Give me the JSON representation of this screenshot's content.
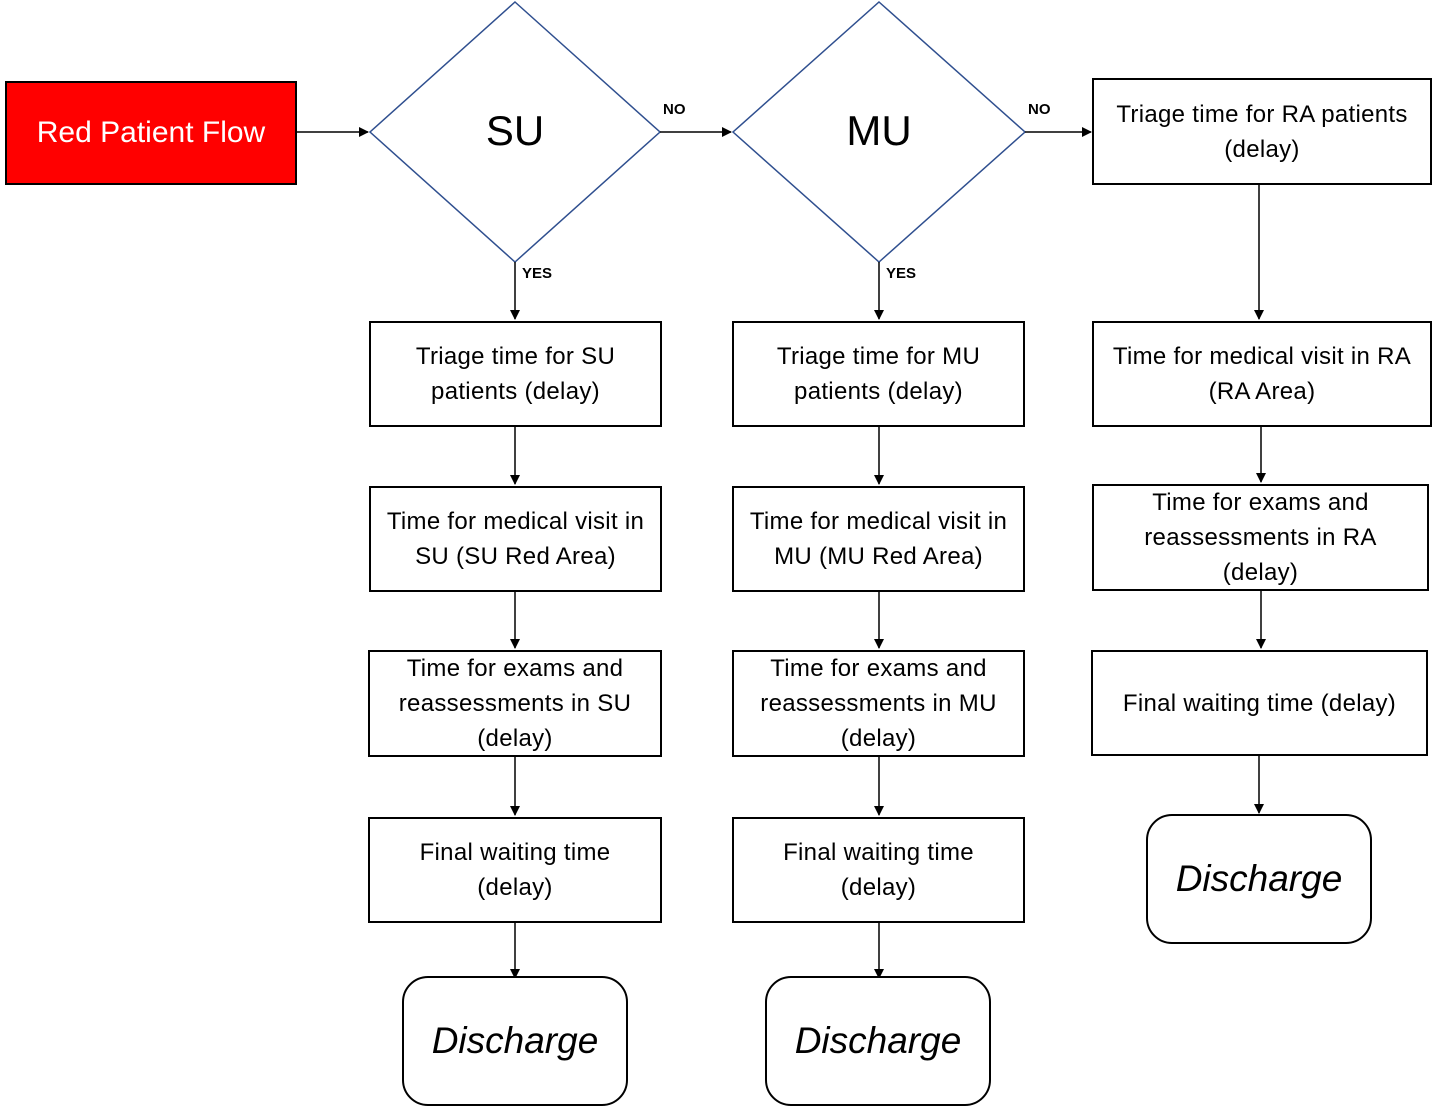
{
  "start": {
    "label": "Red Patient Flow",
    "fill": "#ff0000"
  },
  "decisions": [
    {
      "id": "su",
      "label": "SU",
      "stroke": "#2f4f8f"
    },
    {
      "id": "mu",
      "label": "MU",
      "stroke": "#2f4f8f"
    }
  ],
  "edge_labels": {
    "no": "NO",
    "yes": "YES"
  },
  "columns": {
    "su": {
      "triage": "Triage time for SU patients (delay)",
      "visit": "Time for medical visit in SU (SU Red Area)",
      "exams": "Time for exams and reassessments in SU (delay)",
      "final": "Final waiting time (delay)",
      "end": "Discharge"
    },
    "mu": {
      "triage": "Triage time for MU patients (delay)",
      "visit": "Time for medical visit in MU (MU Red Area)",
      "exams": "Time for exams and reassessments in MU (delay)",
      "final": "Final waiting time (delay)",
      "end": "Discharge"
    },
    "ra": {
      "triage": "Triage time for RA patients (delay)",
      "visit": "Time for medical visit in RA (RA Area)",
      "exams": "Time for exams and reassessments in RA (delay)",
      "final": "Final waiting time (delay)",
      "end": "Discharge"
    }
  }
}
